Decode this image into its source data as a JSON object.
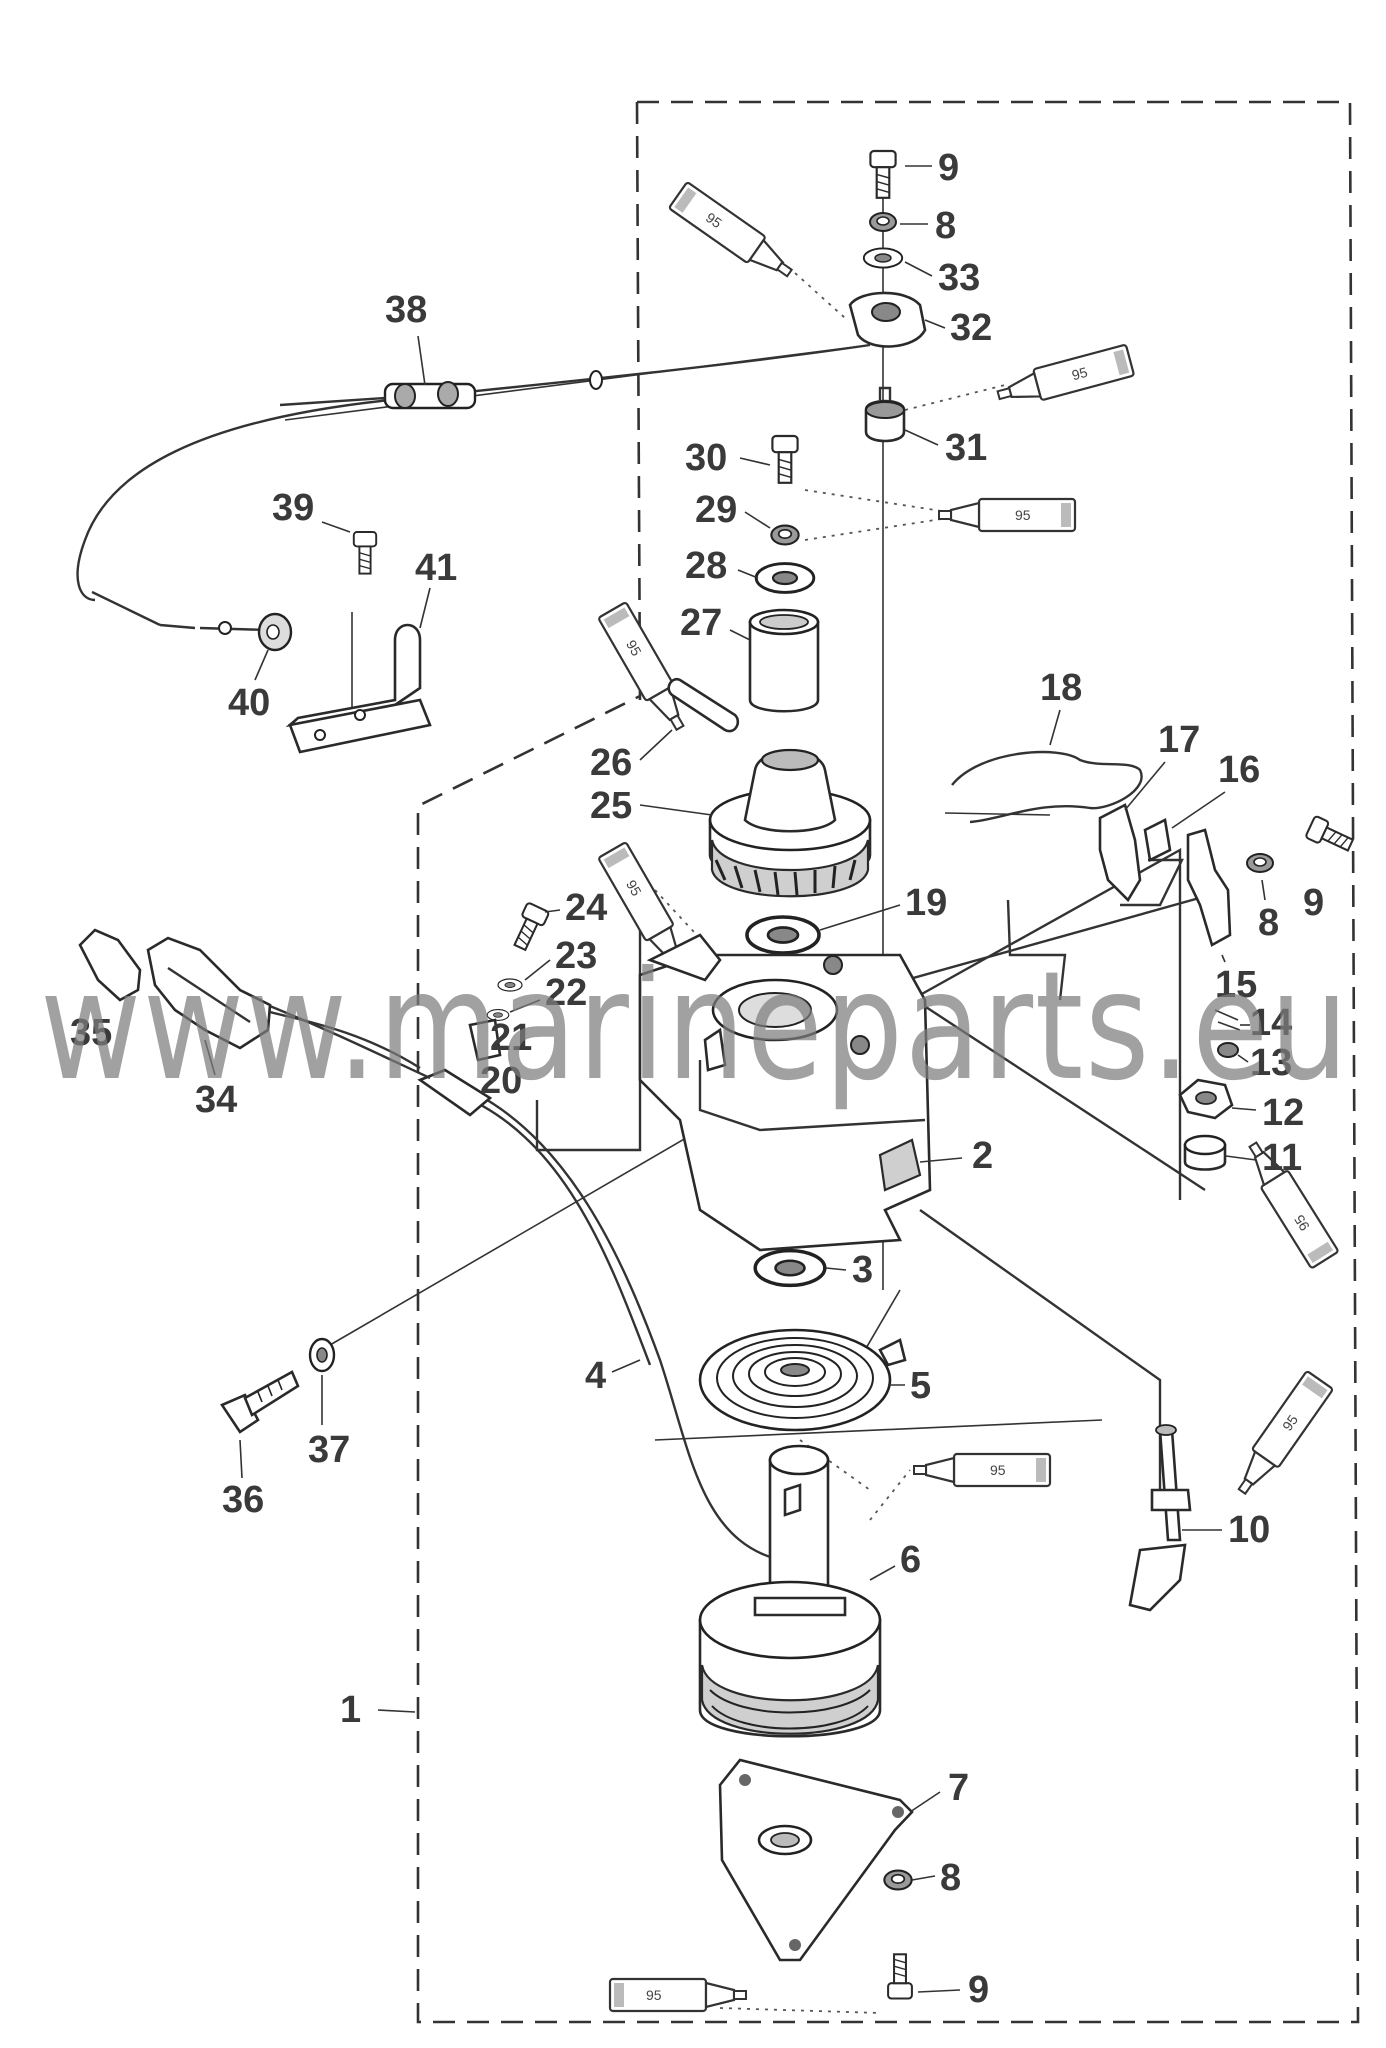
{
  "diagram": {
    "callouts": [
      {
        "id": "c9a",
        "text": "9"
      },
      {
        "id": "c8a",
        "text": "8"
      },
      {
        "id": "c33",
        "text": "33"
      },
      {
        "id": "c32",
        "text": "32"
      },
      {
        "id": "c38",
        "text": "38"
      },
      {
        "id": "c31",
        "text": "31"
      },
      {
        "id": "c30",
        "text": "30"
      },
      {
        "id": "c29",
        "text": "29"
      },
      {
        "id": "c39",
        "text": "39"
      },
      {
        "id": "c41",
        "text": "41"
      },
      {
        "id": "c28",
        "text": "28"
      },
      {
        "id": "c27",
        "text": "27"
      },
      {
        "id": "c40",
        "text": "40"
      },
      {
        "id": "c18",
        "text": "18"
      },
      {
        "id": "c17",
        "text": "17"
      },
      {
        "id": "c26",
        "text": "26"
      },
      {
        "id": "c16",
        "text": "16"
      },
      {
        "id": "c25",
        "text": "25"
      },
      {
        "id": "c9b",
        "text": "9"
      },
      {
        "id": "c24",
        "text": "24"
      },
      {
        "id": "c19",
        "text": "19"
      },
      {
        "id": "c8b",
        "text": "8"
      },
      {
        "id": "c23",
        "text": "23"
      },
      {
        "id": "c15",
        "text": "15"
      },
      {
        "id": "c22",
        "text": "22"
      },
      {
        "id": "c14",
        "text": "14"
      },
      {
        "id": "c35",
        "text": "35"
      },
      {
        "id": "c21",
        "text": "21"
      },
      {
        "id": "c13",
        "text": "13"
      },
      {
        "id": "c34",
        "text": "34"
      },
      {
        "id": "c20",
        "text": "20"
      },
      {
        "id": "c12",
        "text": "12"
      },
      {
        "id": "c2",
        "text": "2"
      },
      {
        "id": "c11",
        "text": "11"
      },
      {
        "id": "c3",
        "text": "3"
      },
      {
        "id": "c4",
        "text": "4"
      },
      {
        "id": "c5",
        "text": "5"
      },
      {
        "id": "c37",
        "text": "37"
      },
      {
        "id": "c36",
        "text": "36"
      },
      {
        "id": "c10",
        "text": "10"
      },
      {
        "id": "c6",
        "text": "6"
      },
      {
        "id": "c1",
        "text": "1"
      },
      {
        "id": "c7",
        "text": "7"
      },
      {
        "id": "c8c",
        "text": "8"
      },
      {
        "id": "c9c",
        "text": "9"
      }
    ],
    "lubricant_label": "95",
    "watermark": "www.marineparts.eu"
  }
}
